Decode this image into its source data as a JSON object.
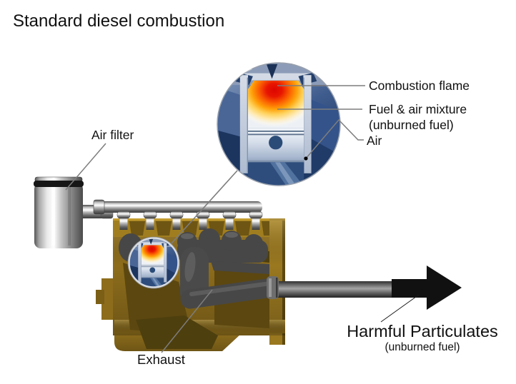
{
  "title": "Standard diesel combustion",
  "inset_labels": {
    "combustion_flame": "Combustion flame",
    "fuel_air_mixture_line1": "Fuel & air mixture",
    "fuel_air_mixture_line2": "(unburned fuel)",
    "air": "Air"
  },
  "engine_labels": {
    "air_filter": "Air filter",
    "exhaust": "Exhaust"
  },
  "output_label": {
    "main": "Harmful Particulates",
    "sub": "(unburned fuel)"
  },
  "colors": {
    "text_black": "#111111",
    "engine_gold": "#8d6d1c",
    "engine_gold_light": "#a07e20",
    "engine_gold_dark": "#5c4710",
    "manifold_gray": "#474747",
    "pipe_gray": "#6e6e6e",
    "arrow_black": "#111111",
    "leader_gray": "#7d7d7d",
    "flame_red": "#dd0600",
    "flame_orange": "#ffa20a",
    "flame_yellow": "#ffd25c",
    "cutaway_blue": "#2e4d7d"
  }
}
